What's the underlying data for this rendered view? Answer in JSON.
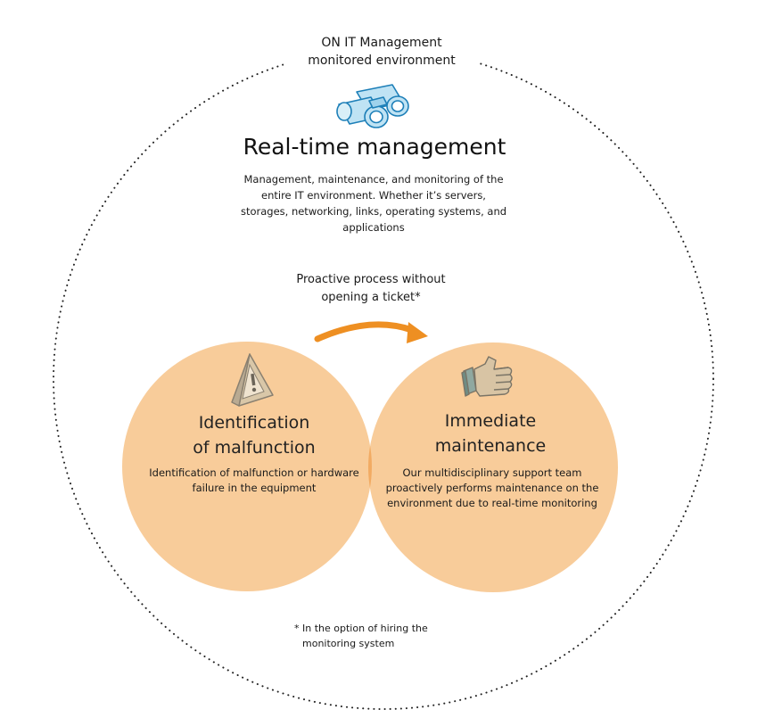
{
  "environment": {
    "title_line1": "ON IT Management",
    "title_line2": "monitored environment"
  },
  "realtime": {
    "title": "Real-time management",
    "description": "Management, maintenance, and monitoring of the entire IT environment. Whether it’s servers, storages, networking, links, operating systems, and applications",
    "icon": "binoculars-icon"
  },
  "process": {
    "label_line1": "Proactive process without",
    "label_line2": "opening a ticket*",
    "arrow_color": "#ee8f22"
  },
  "left_circle": {
    "title_line1": "Identification",
    "title_line2": "of malfunction",
    "description": "Identification of malfunction or hardware failure in the equipment",
    "icon": "warning-triangle-icon",
    "color": "#f8cc9a"
  },
  "right_circle": {
    "title_line1": "Immediate",
    "title_line2": "maintenance",
    "description": "Our multidisciplinary support team proactively performs maintenance on the environment due to real-time monitoring",
    "icon": "thumbs-up-icon",
    "color": "#f8cc9a"
  },
  "overlap_color": "#f2ab63",
  "footnote": {
    "line1": "* In the option of hiring the",
    "line2": "monitoring system"
  }
}
